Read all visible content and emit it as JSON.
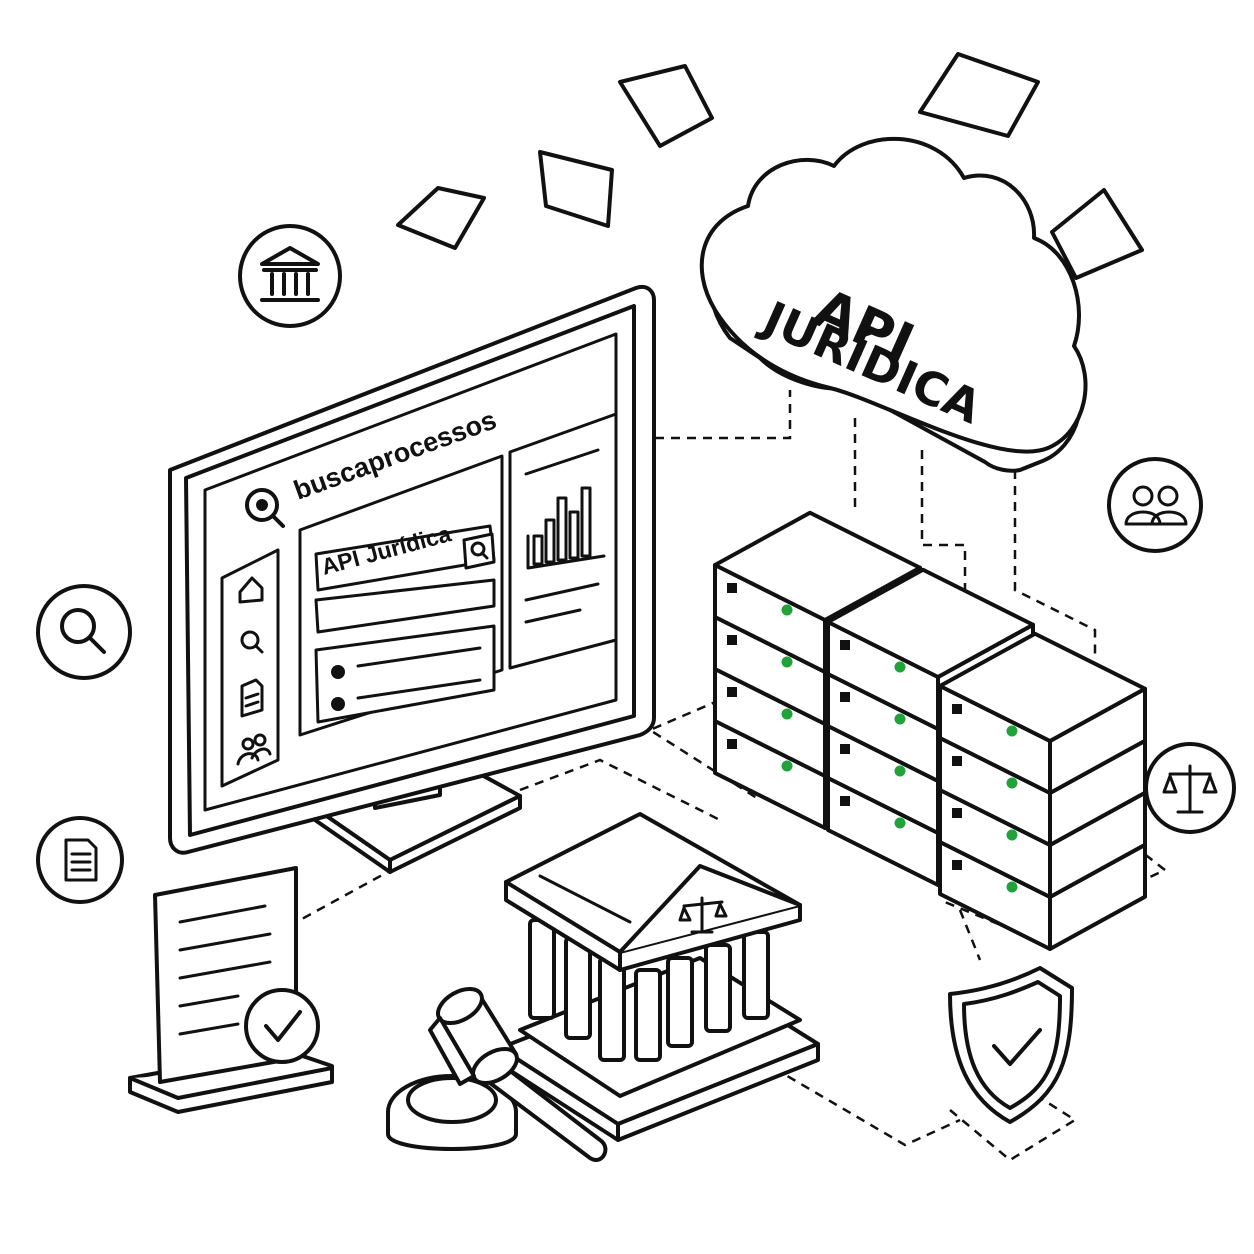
{
  "monitor": {
    "brand": "buscaprocessos",
    "search_value": "API Jurídica",
    "sidebar_icons": [
      "home-icon",
      "search-icon",
      "document-icon",
      "users-icon"
    ],
    "list_bullets": 2
  },
  "cloud": {
    "line1": "API",
    "line2": "JURÍDICA"
  },
  "floating_icons": [
    "bank-icon",
    "search-icon",
    "document-icon",
    "users-icon",
    "scales-icon"
  ],
  "colors": {
    "stroke": "#111111",
    "background": "#ffffff",
    "server_led": "#22a23a"
  },
  "server_stacks": [
    {
      "units": 4
    },
    {
      "units": 4
    },
    {
      "units": 4
    }
  ]
}
